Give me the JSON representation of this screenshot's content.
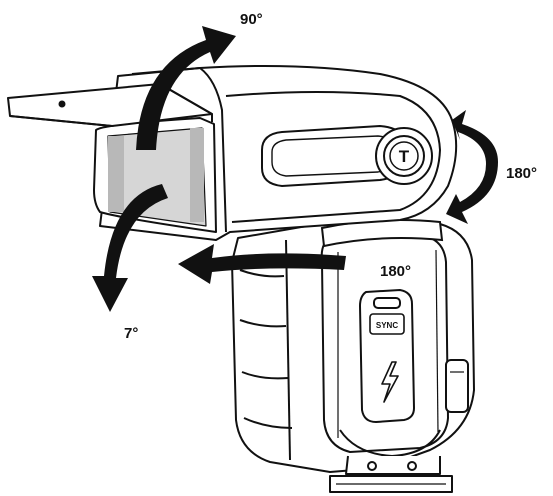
{
  "labels": {
    "tilt_up": "90°",
    "swivel_right": "180°",
    "swivel_left": "180°",
    "tilt_down": "7°"
  },
  "body": {
    "sync_label": "SYNC",
    "brand_logo_letter": "T"
  },
  "colors": {
    "outline": "#111111",
    "fill": "#ffffff",
    "lens": "#d6d6d6",
    "lens_edge": "#b8b8b8",
    "arrow": "#111111"
  },
  "icons": {
    "flash": "lightning-bolt-icon",
    "logo": "brand-logo-icon"
  }
}
